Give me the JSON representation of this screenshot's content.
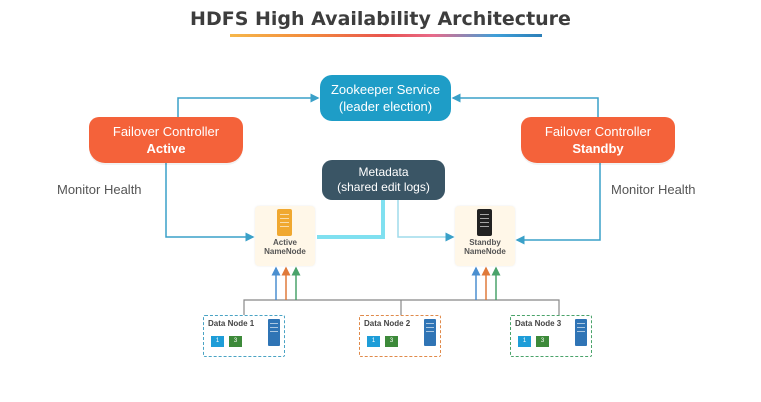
{
  "title": "HDFS High Availability Architecture",
  "zookeeper": {
    "line1": "Zookeeper Service",
    "line2": "(leader election)"
  },
  "failover_active": {
    "line1": "Failover Controller",
    "line2": "Active"
  },
  "failover_standby": {
    "line1": "Failover Controller",
    "line2": "Standby"
  },
  "metadata": {
    "line1": "Metadata",
    "line2": "(shared edit logs)"
  },
  "monitor_left": "Monitor Health",
  "monitor_right": "Monitor Health",
  "active_namenode": {
    "line1": "Active",
    "line2": "NameNode"
  },
  "standby_namenode": {
    "line1": "Standby",
    "line2": "NameNode"
  },
  "data_nodes": [
    {
      "label": "Data Node 1",
      "block1": "1",
      "block2": "3"
    },
    {
      "label": "Data Node 2",
      "block1": "1",
      "block2": "3"
    },
    {
      "label": "Data Node 3",
      "block1": "1",
      "block2": "3"
    }
  ],
  "colors": {
    "zookeeper": "#1e9dc7",
    "failover": "#f4623a",
    "metadata": "#3a5565",
    "active_server": "#f0a830",
    "standby_server": "#222222",
    "link_blue": "#3aa0c8",
    "link_cyan": "#7fe0f0",
    "arrow_orange": "#e07a3a",
    "arrow_green": "#4aa36a",
    "arrow_blue": "#4a8fd0"
  }
}
